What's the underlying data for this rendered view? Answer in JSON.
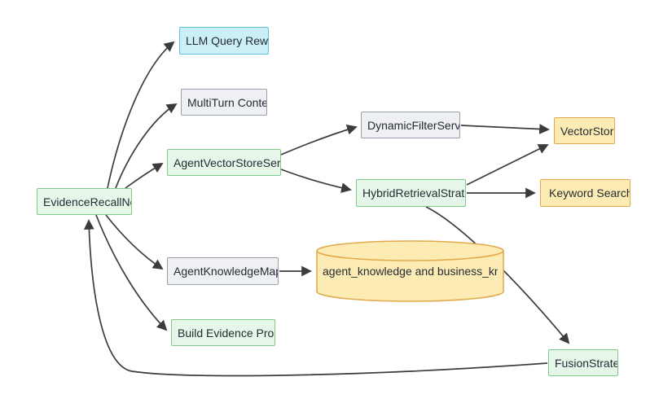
{
  "diagram": {
    "nodes": {
      "evidence_recall": {
        "label": "EvidenceRecallNo",
        "color": "green"
      },
      "llm_query_rewrite": {
        "label": "LLM Query Rewr",
        "color": "cyan"
      },
      "multiturn_context": {
        "label": "MultiTurn Conte",
        "color": "gray"
      },
      "agent_vector_store": {
        "label": "AgentVectorStoreServ",
        "color": "green"
      },
      "dynamic_filter": {
        "label": "DynamicFilterServ",
        "color": "gray"
      },
      "hybrid_retrieval": {
        "label": "HybridRetrievalStrat",
        "color": "green"
      },
      "vector_store": {
        "label": "VectorStor",
        "color": "yellow"
      },
      "keyword_search": {
        "label": "Keyword Search",
        "color": "yellow"
      },
      "agent_knowledge_map": {
        "label": "AgentKnowledgeMap",
        "color": "gray"
      },
      "knowledge_db": {
        "label": "agent_knowledge and business_know",
        "color": "yellow",
        "shape": "cylinder"
      },
      "build_evidence_prompt": {
        "label": "Build Evidence Prom",
        "color": "green"
      },
      "fusion_strategy": {
        "label": "FusionStrate",
        "color": "green"
      }
    },
    "edges": [
      {
        "from": "evidence_recall",
        "to": "llm_query_rewrite"
      },
      {
        "from": "evidence_recall",
        "to": "multiturn_context"
      },
      {
        "from": "evidence_recall",
        "to": "agent_vector_store"
      },
      {
        "from": "evidence_recall",
        "to": "agent_knowledge_map"
      },
      {
        "from": "evidence_recall",
        "to": "build_evidence_prompt"
      },
      {
        "from": "agent_vector_store",
        "to": "dynamic_filter"
      },
      {
        "from": "agent_vector_store",
        "to": "hybrid_retrieval"
      },
      {
        "from": "dynamic_filter",
        "to": "vector_store"
      },
      {
        "from": "hybrid_retrieval",
        "to": "vector_store"
      },
      {
        "from": "hybrid_retrieval",
        "to": "keyword_search"
      },
      {
        "from": "hybrid_retrieval",
        "to": "fusion_strategy"
      },
      {
        "from": "agent_knowledge_map",
        "to": "knowledge_db"
      },
      {
        "from": "fusion_strategy",
        "to": "evidence_recall"
      }
    ],
    "colors": {
      "green_fill": "#e6f6e8",
      "green_border": "#7fc98b",
      "cyan_fill": "#cbeef7",
      "cyan_border": "#62c2da",
      "gray_fill": "#eef0f4",
      "gray_border": "#98a0ac",
      "yellow_fill": "#fcecb4",
      "yellow_border": "#e2a94c",
      "edge": "#3c3c3c",
      "text": "#252b33"
    }
  }
}
